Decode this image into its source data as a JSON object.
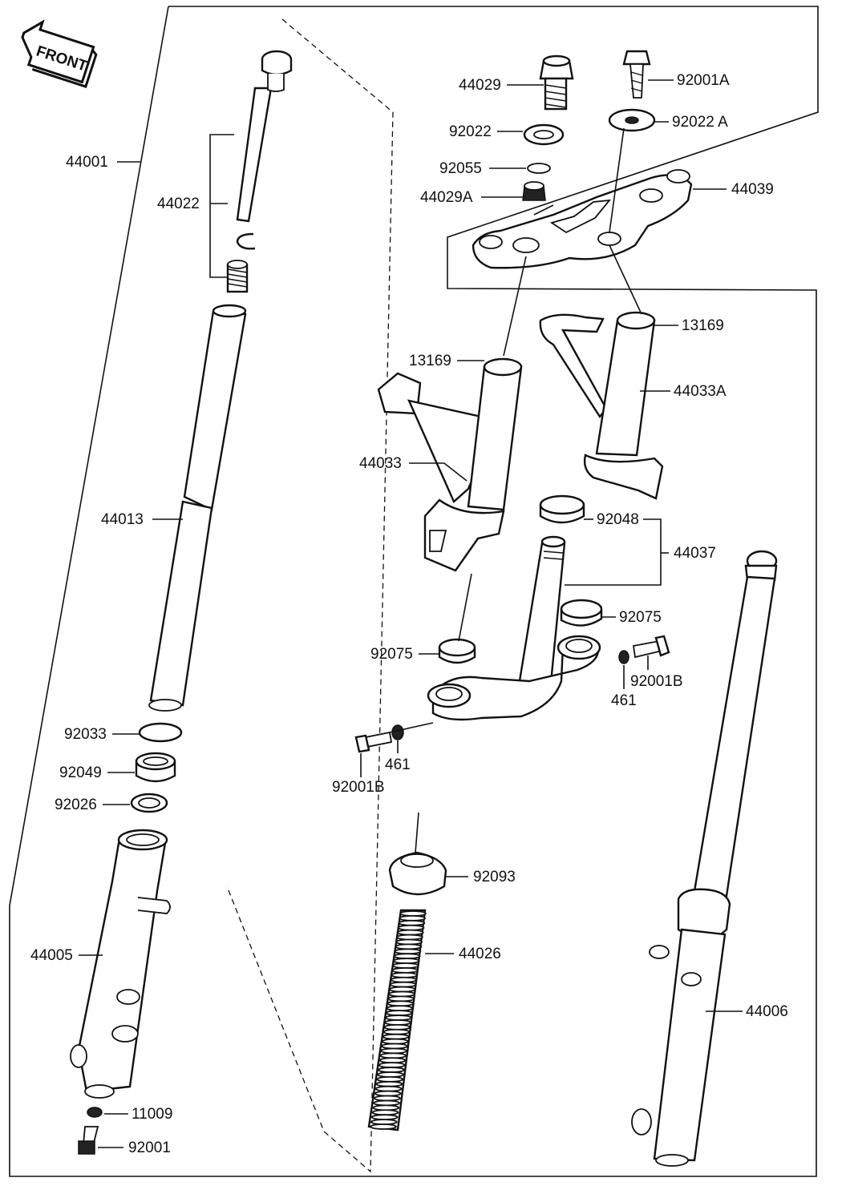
{
  "front_badge": "FRONT",
  "labels": {
    "p44001": "44001",
    "p44022": "44022",
    "p44013": "44013",
    "p92033": "92033",
    "p92049": "92049",
    "p92026": "92026",
    "p44005": "44005",
    "p11009": "11009",
    "p92001": "92001",
    "p44029": "44029",
    "p92022": "92022",
    "p92055": "92055",
    "p44029A": "44029A",
    "p92001A": "92001A",
    "p92022A": "92022 A",
    "p44039": "44039",
    "p13169_left": "13169",
    "p13169_right": "13169",
    "p44033": "44033",
    "p44033A": "44033A",
    "p92048": "92048",
    "p44037": "44037",
    "p92075_right": "92075",
    "p92075_left": "92075",
    "p92001B_right": "92001B",
    "p461_right": "461",
    "p461_left": "461",
    "p92001B_left": "92001B",
    "p92093": "92093",
    "p44026": "44026",
    "p44006": "44006"
  }
}
